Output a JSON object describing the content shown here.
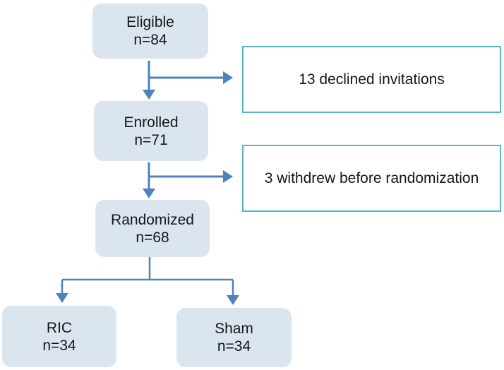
{
  "diagram": {
    "type": "flowchart",
    "nodes": [
      {
        "id": "eligible",
        "label": "Eligible",
        "count": "n=84"
      },
      {
        "id": "enrolled",
        "label": "Enrolled",
        "count": "n=71"
      },
      {
        "id": "randomized",
        "label": "Randomized",
        "count": "n=68"
      },
      {
        "id": "ric",
        "label": "RIC",
        "count": "n=34"
      },
      {
        "id": "sham",
        "label": "Sham",
        "count": "n=34"
      }
    ],
    "side_notes": [
      {
        "id": "declined",
        "text": "13 declined invitations"
      },
      {
        "id": "withdrew",
        "text": "3 withdrew before randomization"
      }
    ],
    "edges": [
      {
        "from": "eligible",
        "to": "enrolled"
      },
      {
        "from": "eligible",
        "to": "declined"
      },
      {
        "from": "enrolled",
        "to": "randomized"
      },
      {
        "from": "enrolled",
        "to": "withdrew"
      },
      {
        "from": "randomized",
        "to": "ric"
      },
      {
        "from": "randomized",
        "to": "sham"
      }
    ],
    "colors": {
      "node_fill": "#dbe5f0",
      "arrow": "#4f81bd",
      "note_border": "#58b6c4",
      "text": "#161616"
    }
  }
}
